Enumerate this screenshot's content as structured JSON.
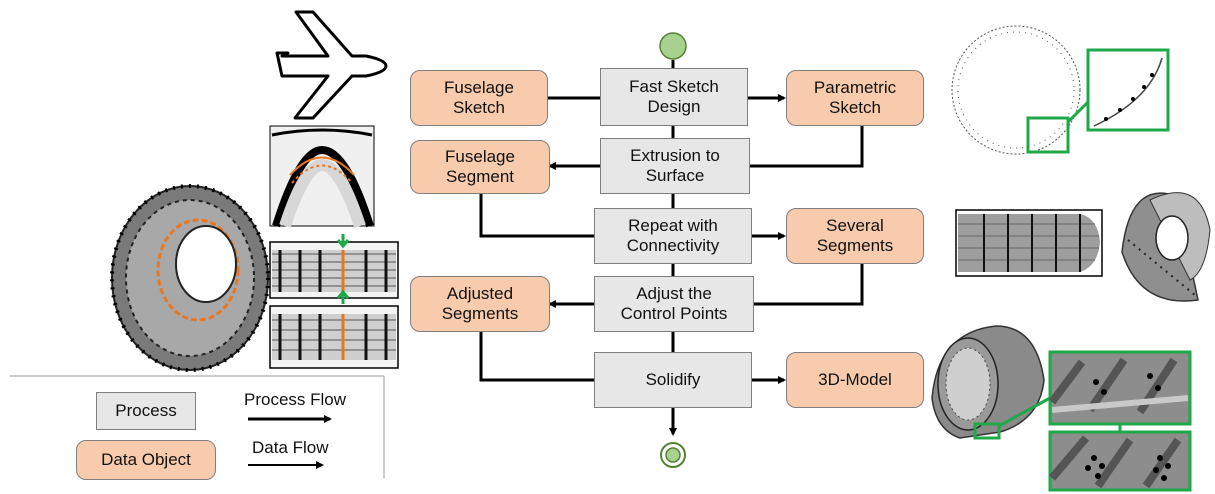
{
  "process_nodes": {
    "fast_sketch": "Fast Sketch\nDesign",
    "extrusion": "Extrusion to\nSurface",
    "repeat": "Repeat with\nConnectivity",
    "adjust": "Adjust the\nControl Points",
    "solidify": "Solidify"
  },
  "data_nodes": {
    "fuselage_sketch": "Fuselage\nSketch",
    "parametric_sketch": "Parametric\nSketch",
    "fuselage_segment": "Fuselage\nSegment",
    "several_segments": "Several\nSegments",
    "adjusted_segments": "Adjusted\nSegments",
    "model_3d": "3D-Model"
  },
  "legend": {
    "process": "Process",
    "data_object": "Data Object",
    "process_flow": "Process Flow",
    "data_flow": "Data Flow"
  },
  "colors": {
    "process_fill": "#e7e7e7",
    "data_fill": "#f8cbad",
    "start_fill": "#a9d18e",
    "start_stroke": "#548235",
    "highlight": "#1fa84a",
    "orange": "#e87722"
  }
}
